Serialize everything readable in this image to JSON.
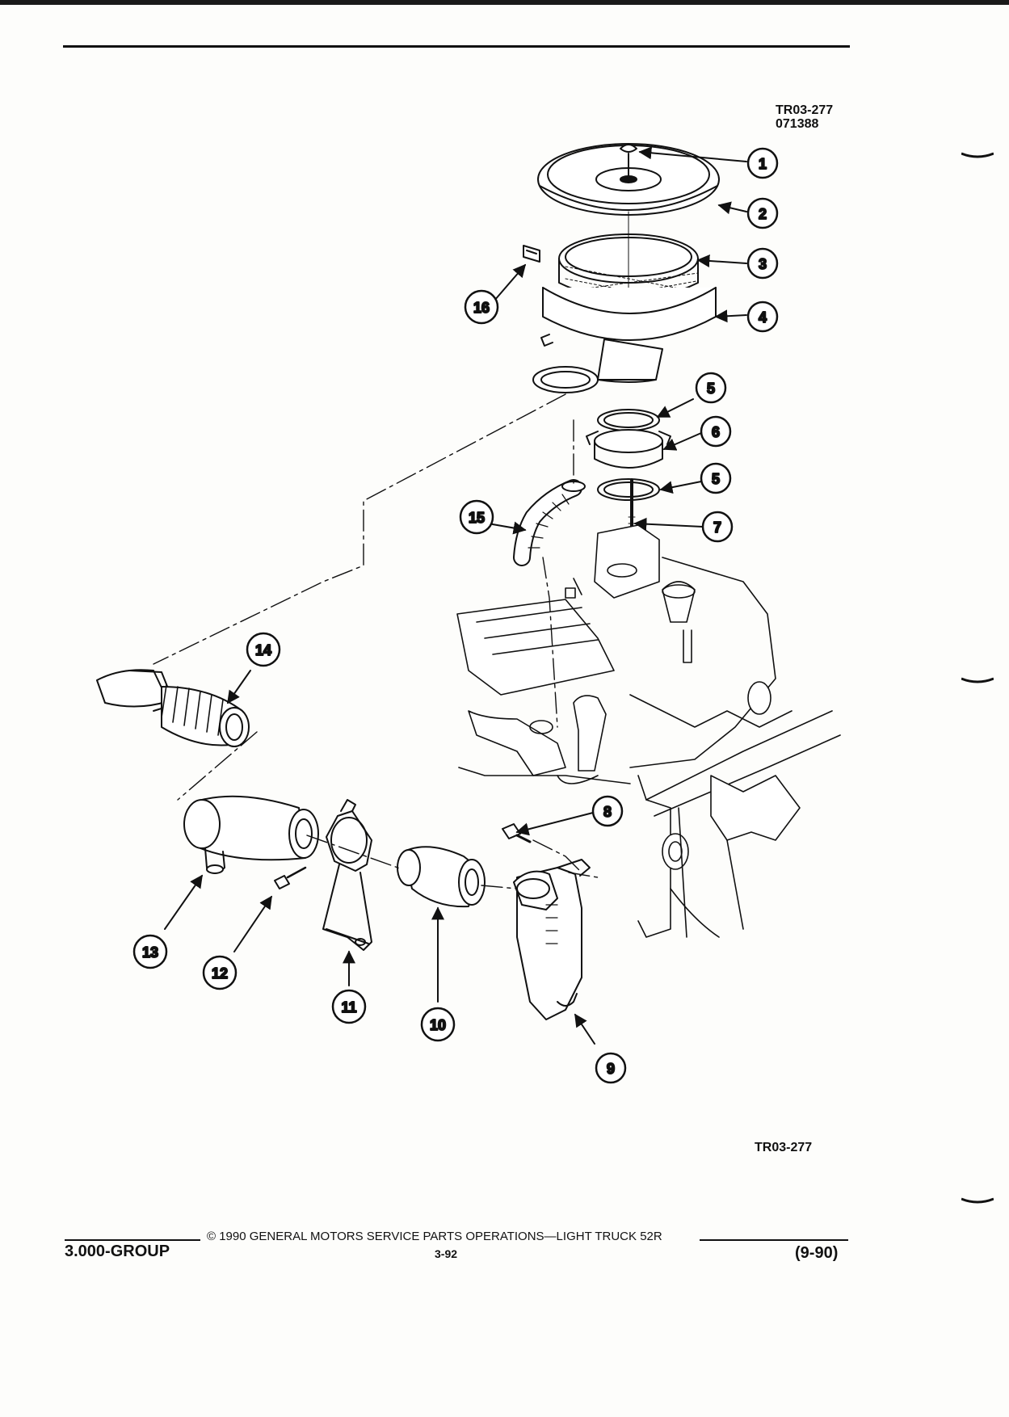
{
  "figure": {
    "code_top_line1": "TR03-277",
    "code_top_line2": "071388",
    "code_bottom": "TR03-277"
  },
  "callouts": [
    "1",
    "2",
    "3",
    "4",
    "5",
    "6",
    "5",
    "7",
    "8",
    "9",
    "10",
    "11",
    "12",
    "13",
    "14",
    "15",
    "16"
  ],
  "footer": {
    "group": "3.000-GROUP",
    "copyright": "© 1990 GENERAL MOTORS SERVICE PARTS OPERATIONS—LIGHT TRUCK 52R",
    "page": "3-92",
    "date": "(9-90)"
  }
}
